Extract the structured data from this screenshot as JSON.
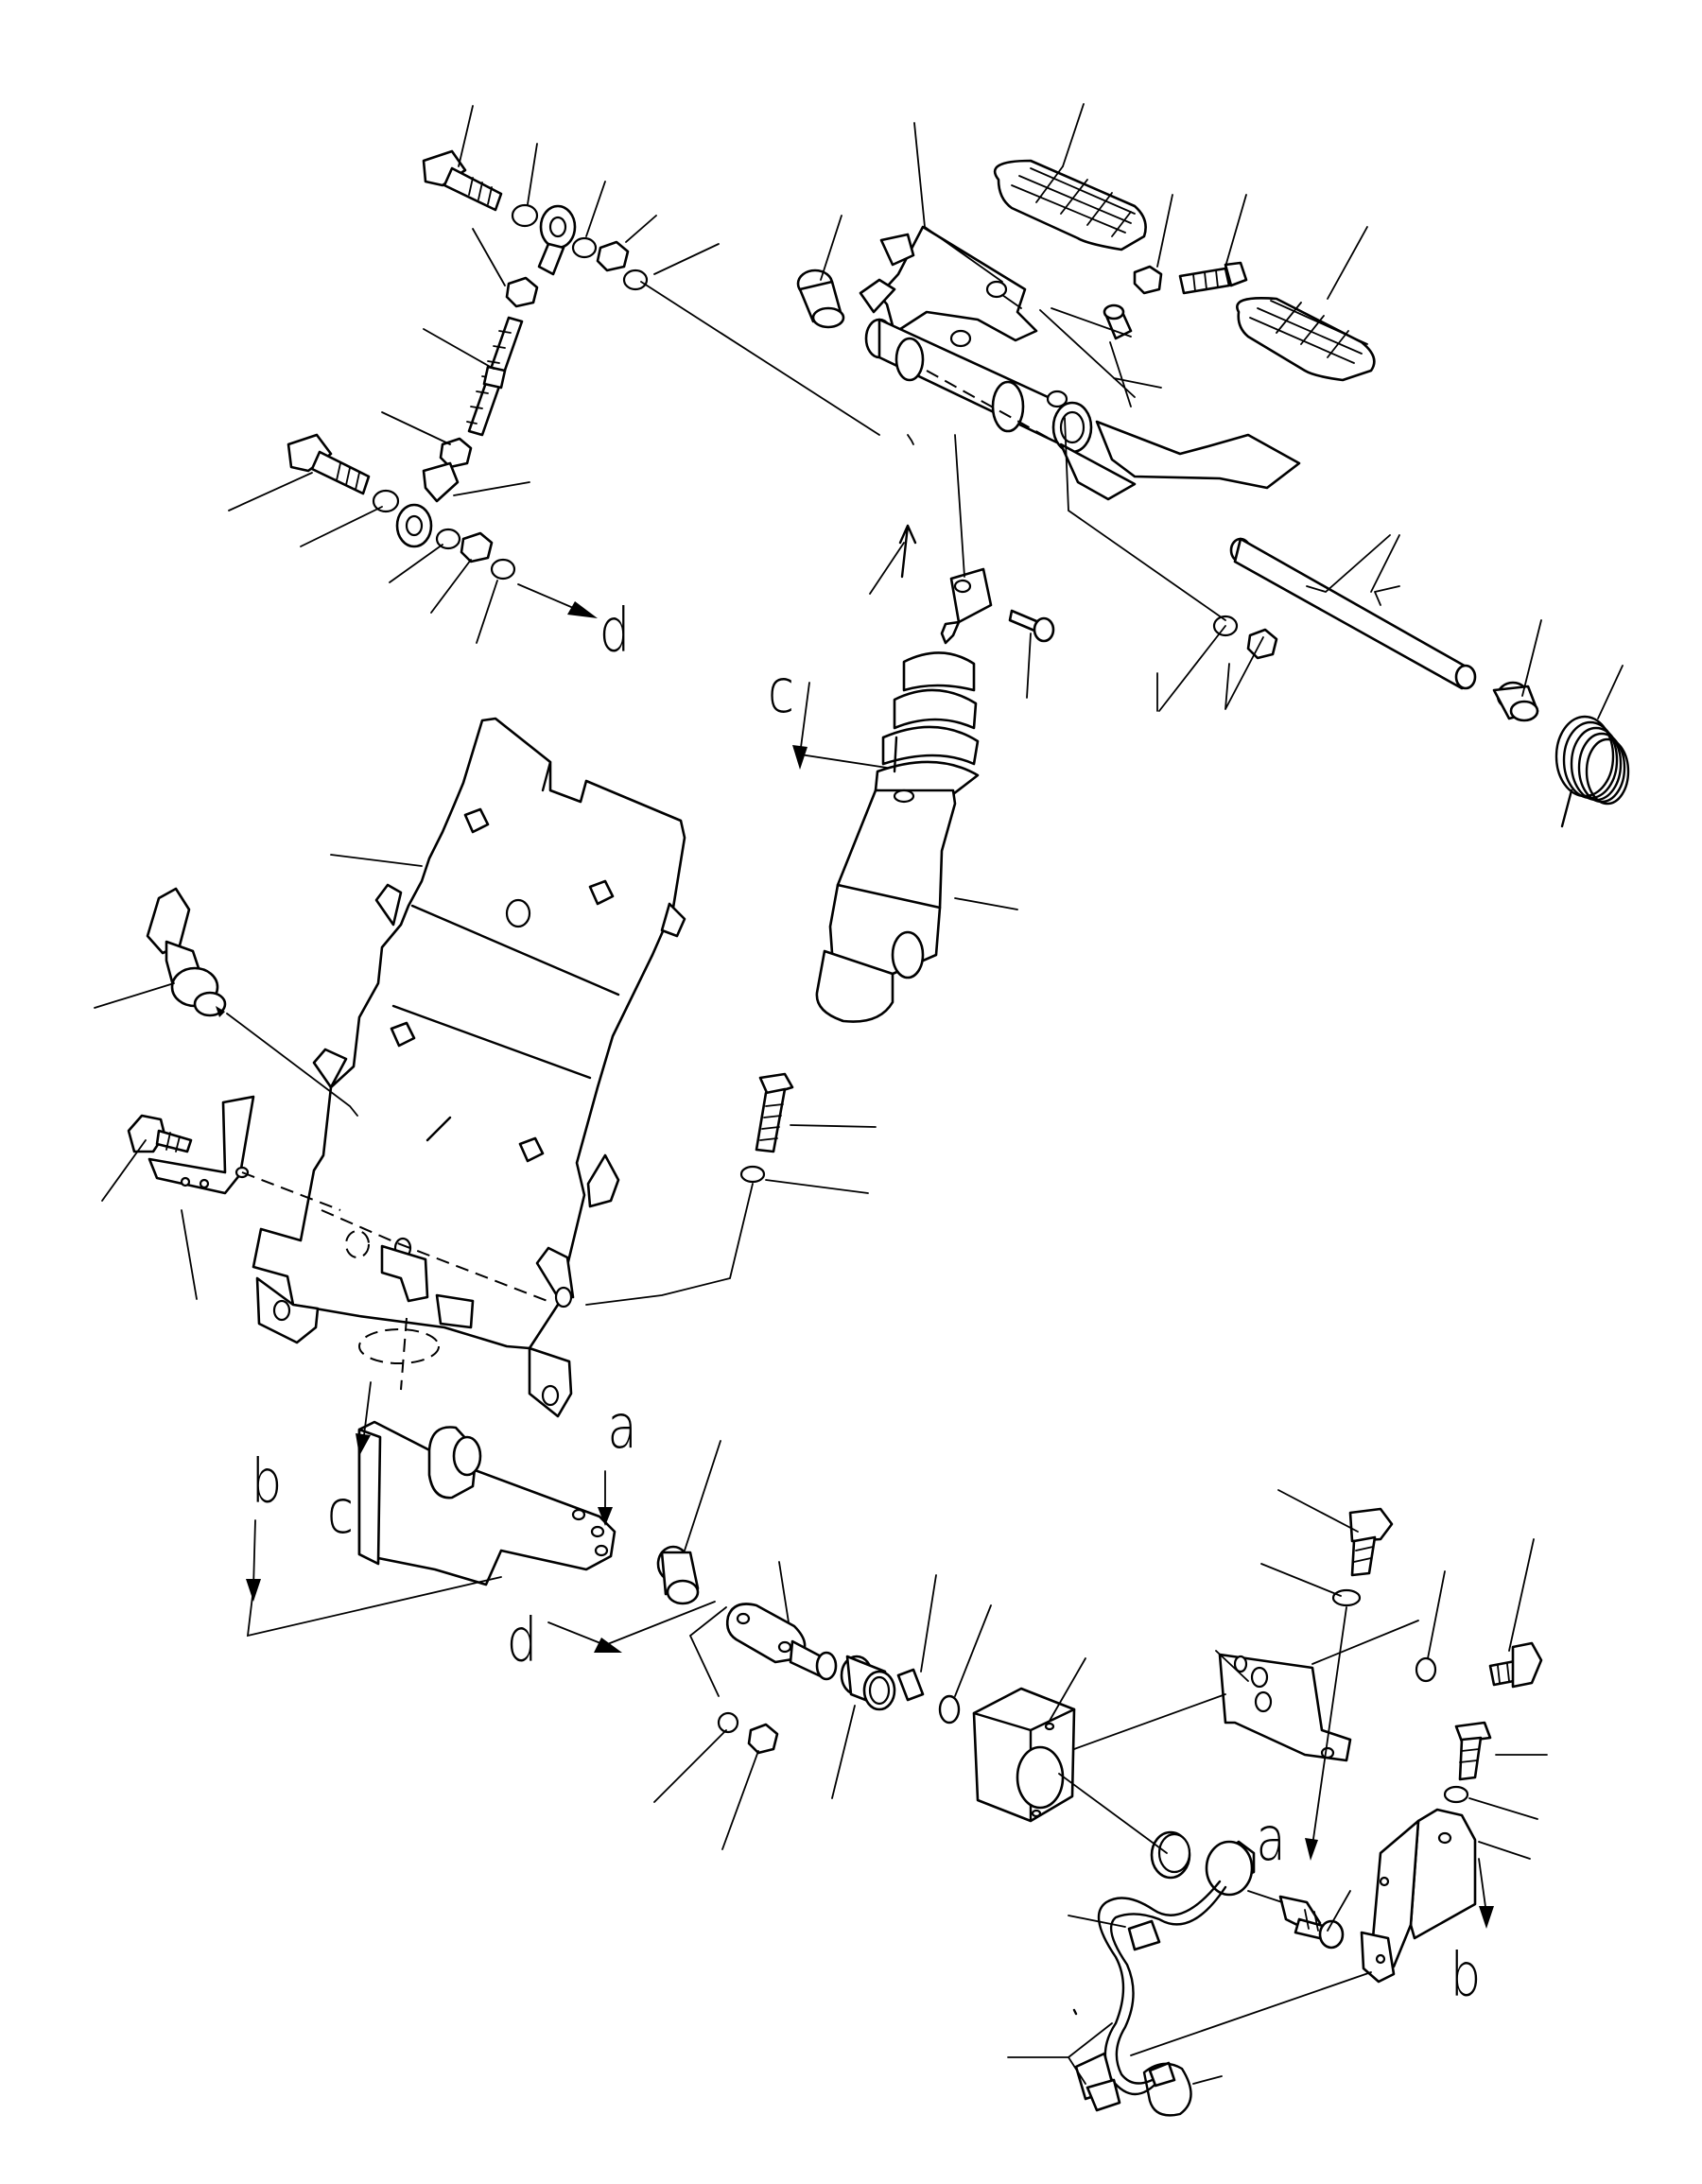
{
  "diagram": {
    "callouts": {
      "a_upper": "a",
      "a_lower": "a",
      "b_left": "b",
      "b_right": "b",
      "c_upper": "c",
      "c_lower": "c",
      "d_upper": "d",
      "d_lower": "d"
    }
  }
}
